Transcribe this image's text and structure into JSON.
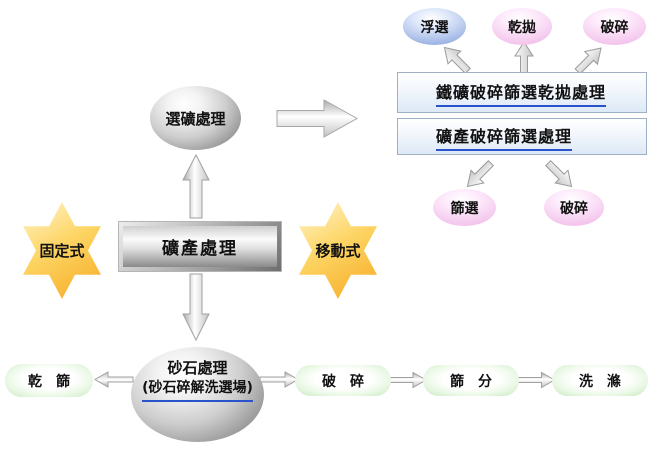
{
  "colors": {
    "underline_blue": "#2a52cc",
    "bubble_blue": "#9db4e4",
    "bubble_pink": "#f3c4ec",
    "pill_green": "#c8e9c0",
    "star_orange": "#f5a821",
    "process_box_blue": "#dde9f6",
    "metal_gray": "#8a8a8a"
  },
  "top_right": {
    "bubbles_top": [
      {
        "label": "浮選"
      },
      {
        "label": "乾拋"
      },
      {
        "label": "破碎"
      }
    ],
    "process_box_1": {
      "label": "鐵礦破碎篩選乾拋處理"
    },
    "process_box_2": {
      "label": "礦產破碎篩選處理"
    },
    "bubbles_bottom": [
      {
        "label": "篩選"
      },
      {
        "label": "破碎"
      }
    ]
  },
  "center": {
    "ore_dressing_ellipse": {
      "label": "選礦處理"
    },
    "mineral_processing_box": {
      "label": "礦產處理"
    },
    "star_left": {
      "label": "固定式"
    },
    "star_right": {
      "label": "移動式"
    }
  },
  "bottom": {
    "sand_gravel_ellipse": {
      "line1": "砂石處理",
      "line2": "(砂石碎解洗選場)"
    },
    "pill_dry_screening": {
      "label": "乾　篩"
    },
    "pill_crushing": {
      "label": "破　碎"
    },
    "pill_screening": {
      "label": "篩　分"
    },
    "pill_washing": {
      "label": "洗　滌"
    }
  }
}
